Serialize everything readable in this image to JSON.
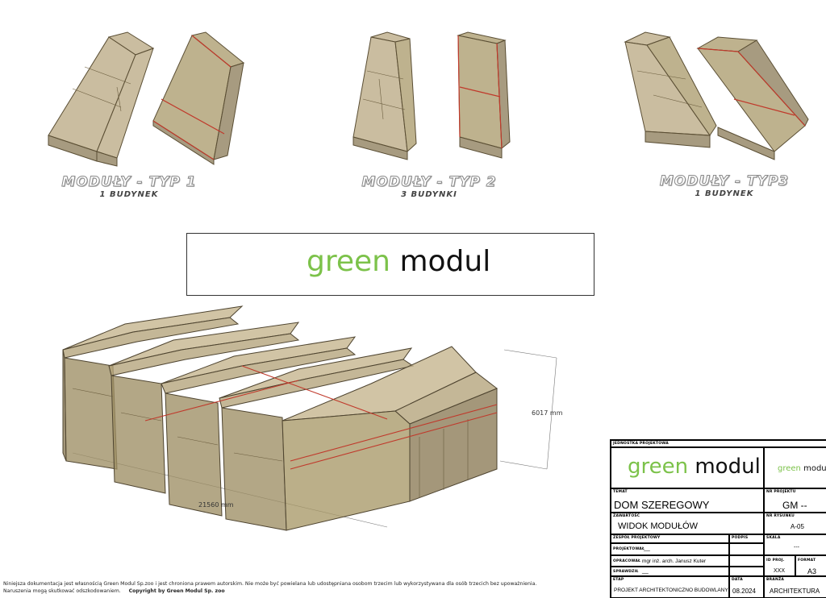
{
  "modules": [
    {
      "title": "MODUŁY - TYP 1",
      "subtitle": "1 BUDYNEK"
    },
    {
      "title": "MODUŁY - TYP 2",
      "subtitle": "3 BUDYNKI"
    },
    {
      "title": "MODUŁY - TYP3",
      "subtitle": "1 BUDYNEK"
    }
  ],
  "logo": {
    "green": "green",
    "dark": "modul"
  },
  "dimensions": {
    "length": "21560 mm",
    "height": "6017 mm"
  },
  "disclaimer": {
    "line1": "Niniejsza dokumentacja jest własnością Green Modul Sp.zoo i jest chroniona prawem autorskim. Nie może być powielana lub udostępniana osobom trzecim lub wykorzystywana dla osób trzecich bez upoważnienia.",
    "line2": "Naruszenia mogą skutkować odszkodowaniem.",
    "copyright": "Copyright by Green Modul Sp. zoo"
  },
  "title_block": {
    "jednostka_label": "JEDNOSTKA PROJEKTOWA",
    "logo_green": "green",
    "logo_dark": "modul",
    "small_logo_green": "green",
    "small_logo_dark": "modul",
    "temat_label": "TEMAT",
    "temat_value": "DOM  SZEREGOWY",
    "nr_projektu_label": "NR PROJEKTU",
    "nr_projektu_value": "GM  --",
    "zawartosc_label": "ZAWARTOŚĆ",
    "zawartosc_value": "WIDOK MODUŁÓW",
    "nr_rysunku_label": "NR RYSUNKU",
    "nr_rysunku_value": "A-05",
    "zespol_label": "ZESPÓŁ PROJEKTOWY",
    "podpis_label": "PODPIS",
    "skala_label": "SKALA",
    "skala_value": "---",
    "projektowal_label": "PROJEKTOWAŁ",
    "projektowal_value": "__",
    "opracowal_label": "OPRACOWAŁ",
    "opracowal_value": "mgr inż. arch. Janusz Kuter",
    "sprawdzil_label": "SPRAWDZIŁ",
    "sprawdzil_value": "__",
    "id_proj_label": "ID PROJ.",
    "id_proj_value": "XXX",
    "format_label": "FORMAT",
    "format_value": "A3",
    "etap_label": "ETAP",
    "etap_value": "PROJEKT ARCHITEKTONICZNO BUDOWLANY",
    "data_label": "DATA",
    "data_value": "08.2024",
    "branza_label": "BRANŻA",
    "branza_value": "ARCHITEKTURA"
  },
  "colors": {
    "green": "#7cc24a",
    "wood": "#8a7a55",
    "roof": "#b8a780",
    "edge_red": "#c0392b"
  }
}
